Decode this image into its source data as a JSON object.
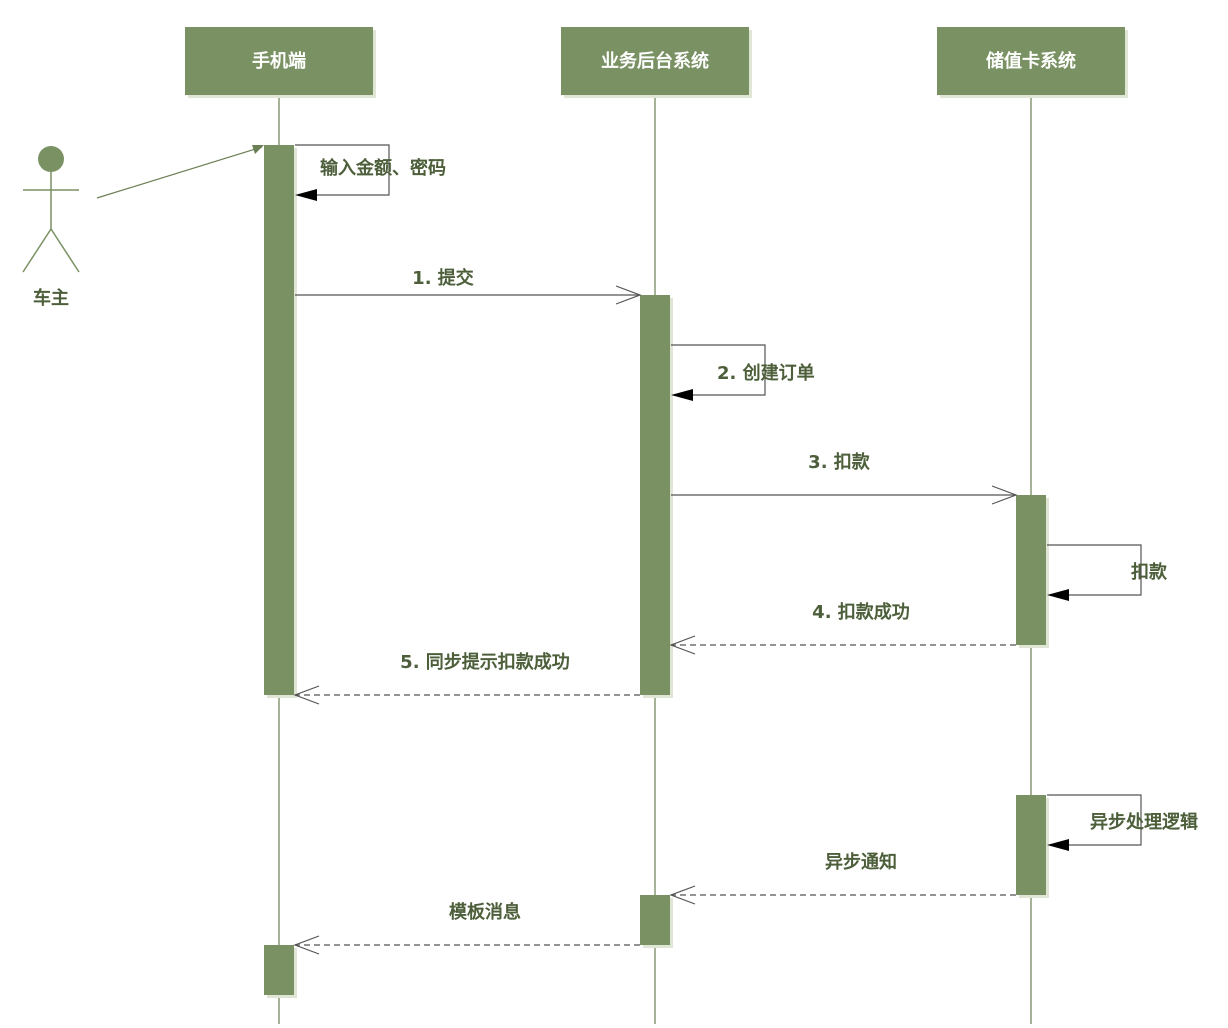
{
  "colors": {
    "fill": "#7a9163",
    "text": "#4d5f3a",
    "line": "#555555",
    "shadow": "#dfe6d6"
  },
  "actor": {
    "label": "车主"
  },
  "participants": [
    {
      "label": "手机端"
    },
    {
      "label": "业务后台系统"
    },
    {
      "label": "储值卡系统"
    }
  ],
  "messages": [
    {
      "label": "输入金额、密码",
      "kind": "self",
      "from": "手机端",
      "to": "手机端"
    },
    {
      "label": "1. 提交",
      "kind": "sync",
      "from": "手机端",
      "to": "业务后台系统"
    },
    {
      "label": "2. 创建订单",
      "kind": "self",
      "from": "业务后台系统",
      "to": "业务后台系统"
    },
    {
      "label": "3. 扣款",
      "kind": "sync",
      "from": "业务后台系统",
      "to": "储值卡系统"
    },
    {
      "label": "扣款",
      "kind": "self",
      "from": "储值卡系统",
      "to": "储值卡系统"
    },
    {
      "label": "4. 扣款成功",
      "kind": "return",
      "from": "储值卡系统",
      "to": "业务后台系统"
    },
    {
      "label": "5. 同步提示扣款成功",
      "kind": "return",
      "from": "业务后台系统",
      "to": "手机端"
    },
    {
      "label": "异步处理逻辑",
      "kind": "self",
      "from": "储值卡系统",
      "to": "储值卡系统"
    },
    {
      "label": "异步通知",
      "kind": "return",
      "from": "储值卡系统",
      "to": "业务后台系统"
    },
    {
      "label": "模板消息",
      "kind": "return",
      "from": "业务后台系统",
      "to": "手机端"
    }
  ]
}
